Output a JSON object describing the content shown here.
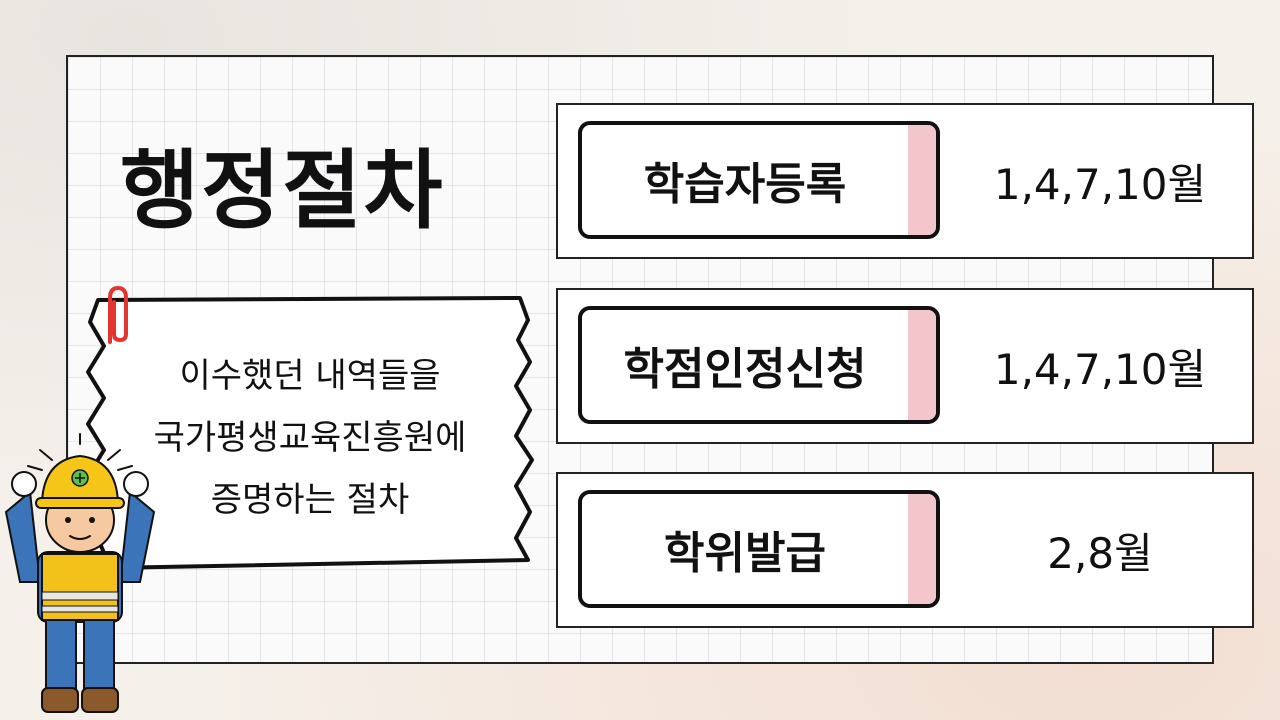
{
  "title": "행정절차",
  "note": {
    "lines": [
      "이수했던 내역들을",
      "국가평생교육진흥원에",
      "증명하는 절차"
    ]
  },
  "procedures": [
    {
      "label": "학습자등록",
      "months": "1,4,7,10월"
    },
    {
      "label": "학점인정신청",
      "months": "1,4,7,10월"
    },
    {
      "label": "학위발급",
      "months": "2,8월"
    }
  ],
  "colors": {
    "tag_accent": "#f3c6cc",
    "clip": "#e3342f",
    "helmet": "#f5c518",
    "vest": "#f2c21a",
    "shirt": "#3b74b8"
  },
  "icons": [
    "paperclip-icon",
    "construction-worker-illustration"
  ]
}
